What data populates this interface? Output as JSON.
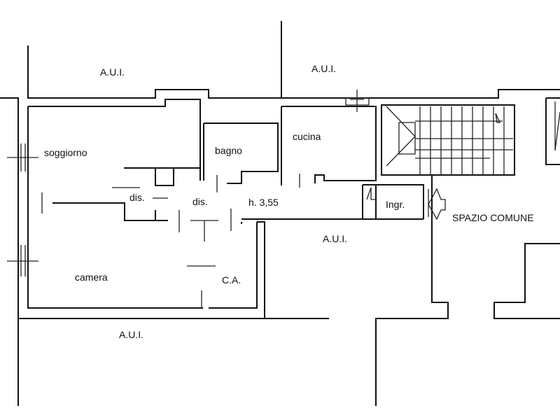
{
  "plan": {
    "labels": {
      "aui_top_left": "A.U.I.",
      "aui_top_right": "A.U.I.",
      "aui_middle": "A.U.I.",
      "aui_bottom": "A.U.I.",
      "soggiorno": "soggiorno",
      "bagno": "bagno",
      "cucina": "cucina",
      "dis_left": "dis.",
      "dis_center": "dis.",
      "height": "h. 3,55",
      "ingresso": "Ingr.",
      "spazio_comune": "SPAZIO COMUNE",
      "camera": "camera",
      "cabina_armadio": "C.A."
    },
    "line_color": "#111111",
    "background": "#ffffff"
  }
}
